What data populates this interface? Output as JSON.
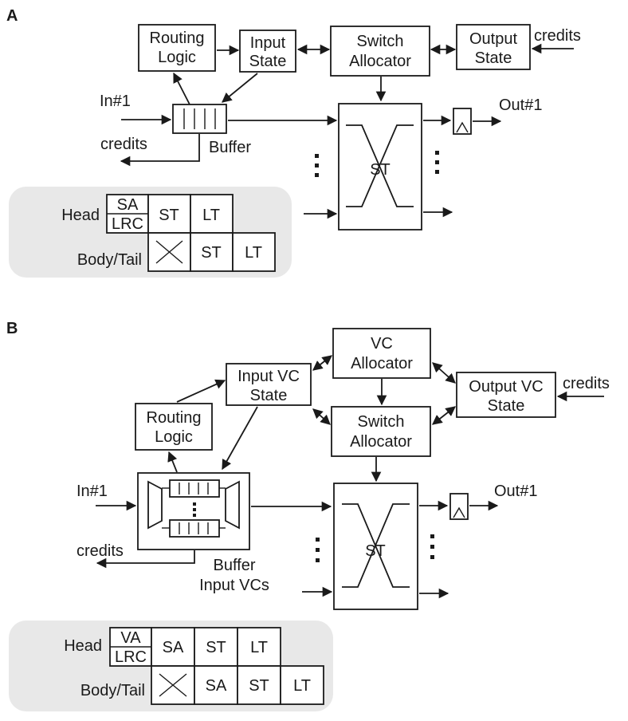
{
  "panel_a": {
    "label": "A",
    "routing_logic": [
      "Routing",
      "Logic"
    ],
    "input_state": [
      "Input",
      "State"
    ],
    "switch_allocator": [
      "Switch",
      "Allocator"
    ],
    "output_state": [
      "Output",
      "State"
    ],
    "credits_in": "credits",
    "input": "In#1",
    "output": "Out#1",
    "credits_out": "credits",
    "buffer": "Buffer",
    "crossbar": "ST",
    "pipeline": {
      "head_label": "Head",
      "body_label": "Body/Tail",
      "head_top": "SA",
      "head_bottom": "LRC",
      "head_stages": [
        "ST",
        "LT"
      ],
      "body_stages": [
        "ST",
        "LT"
      ]
    }
  },
  "panel_b": {
    "label": "B",
    "vc_allocator": [
      "VC",
      "Allocator"
    ],
    "input_vc_state": [
      "Input VC",
      "State"
    ],
    "output_vc_state": [
      "Output VC",
      "State"
    ],
    "credits_in": "credits",
    "routing_logic": [
      "Routing",
      "Logic"
    ],
    "switch_allocator": [
      "Switch",
      "Allocator"
    ],
    "input": "In#1",
    "output": "Out#1",
    "credits_out": "credits",
    "buffer": [
      "Buffer",
      "Input VCs"
    ],
    "crossbar": "ST",
    "pipeline": {
      "head_label": "Head",
      "body_label": "Body/Tail",
      "head_top": "VA",
      "head_bottom": "LRC",
      "head_stages": [
        "SA",
        "ST",
        "LT"
      ],
      "body_stages": [
        "SA",
        "ST",
        "LT"
      ]
    }
  }
}
